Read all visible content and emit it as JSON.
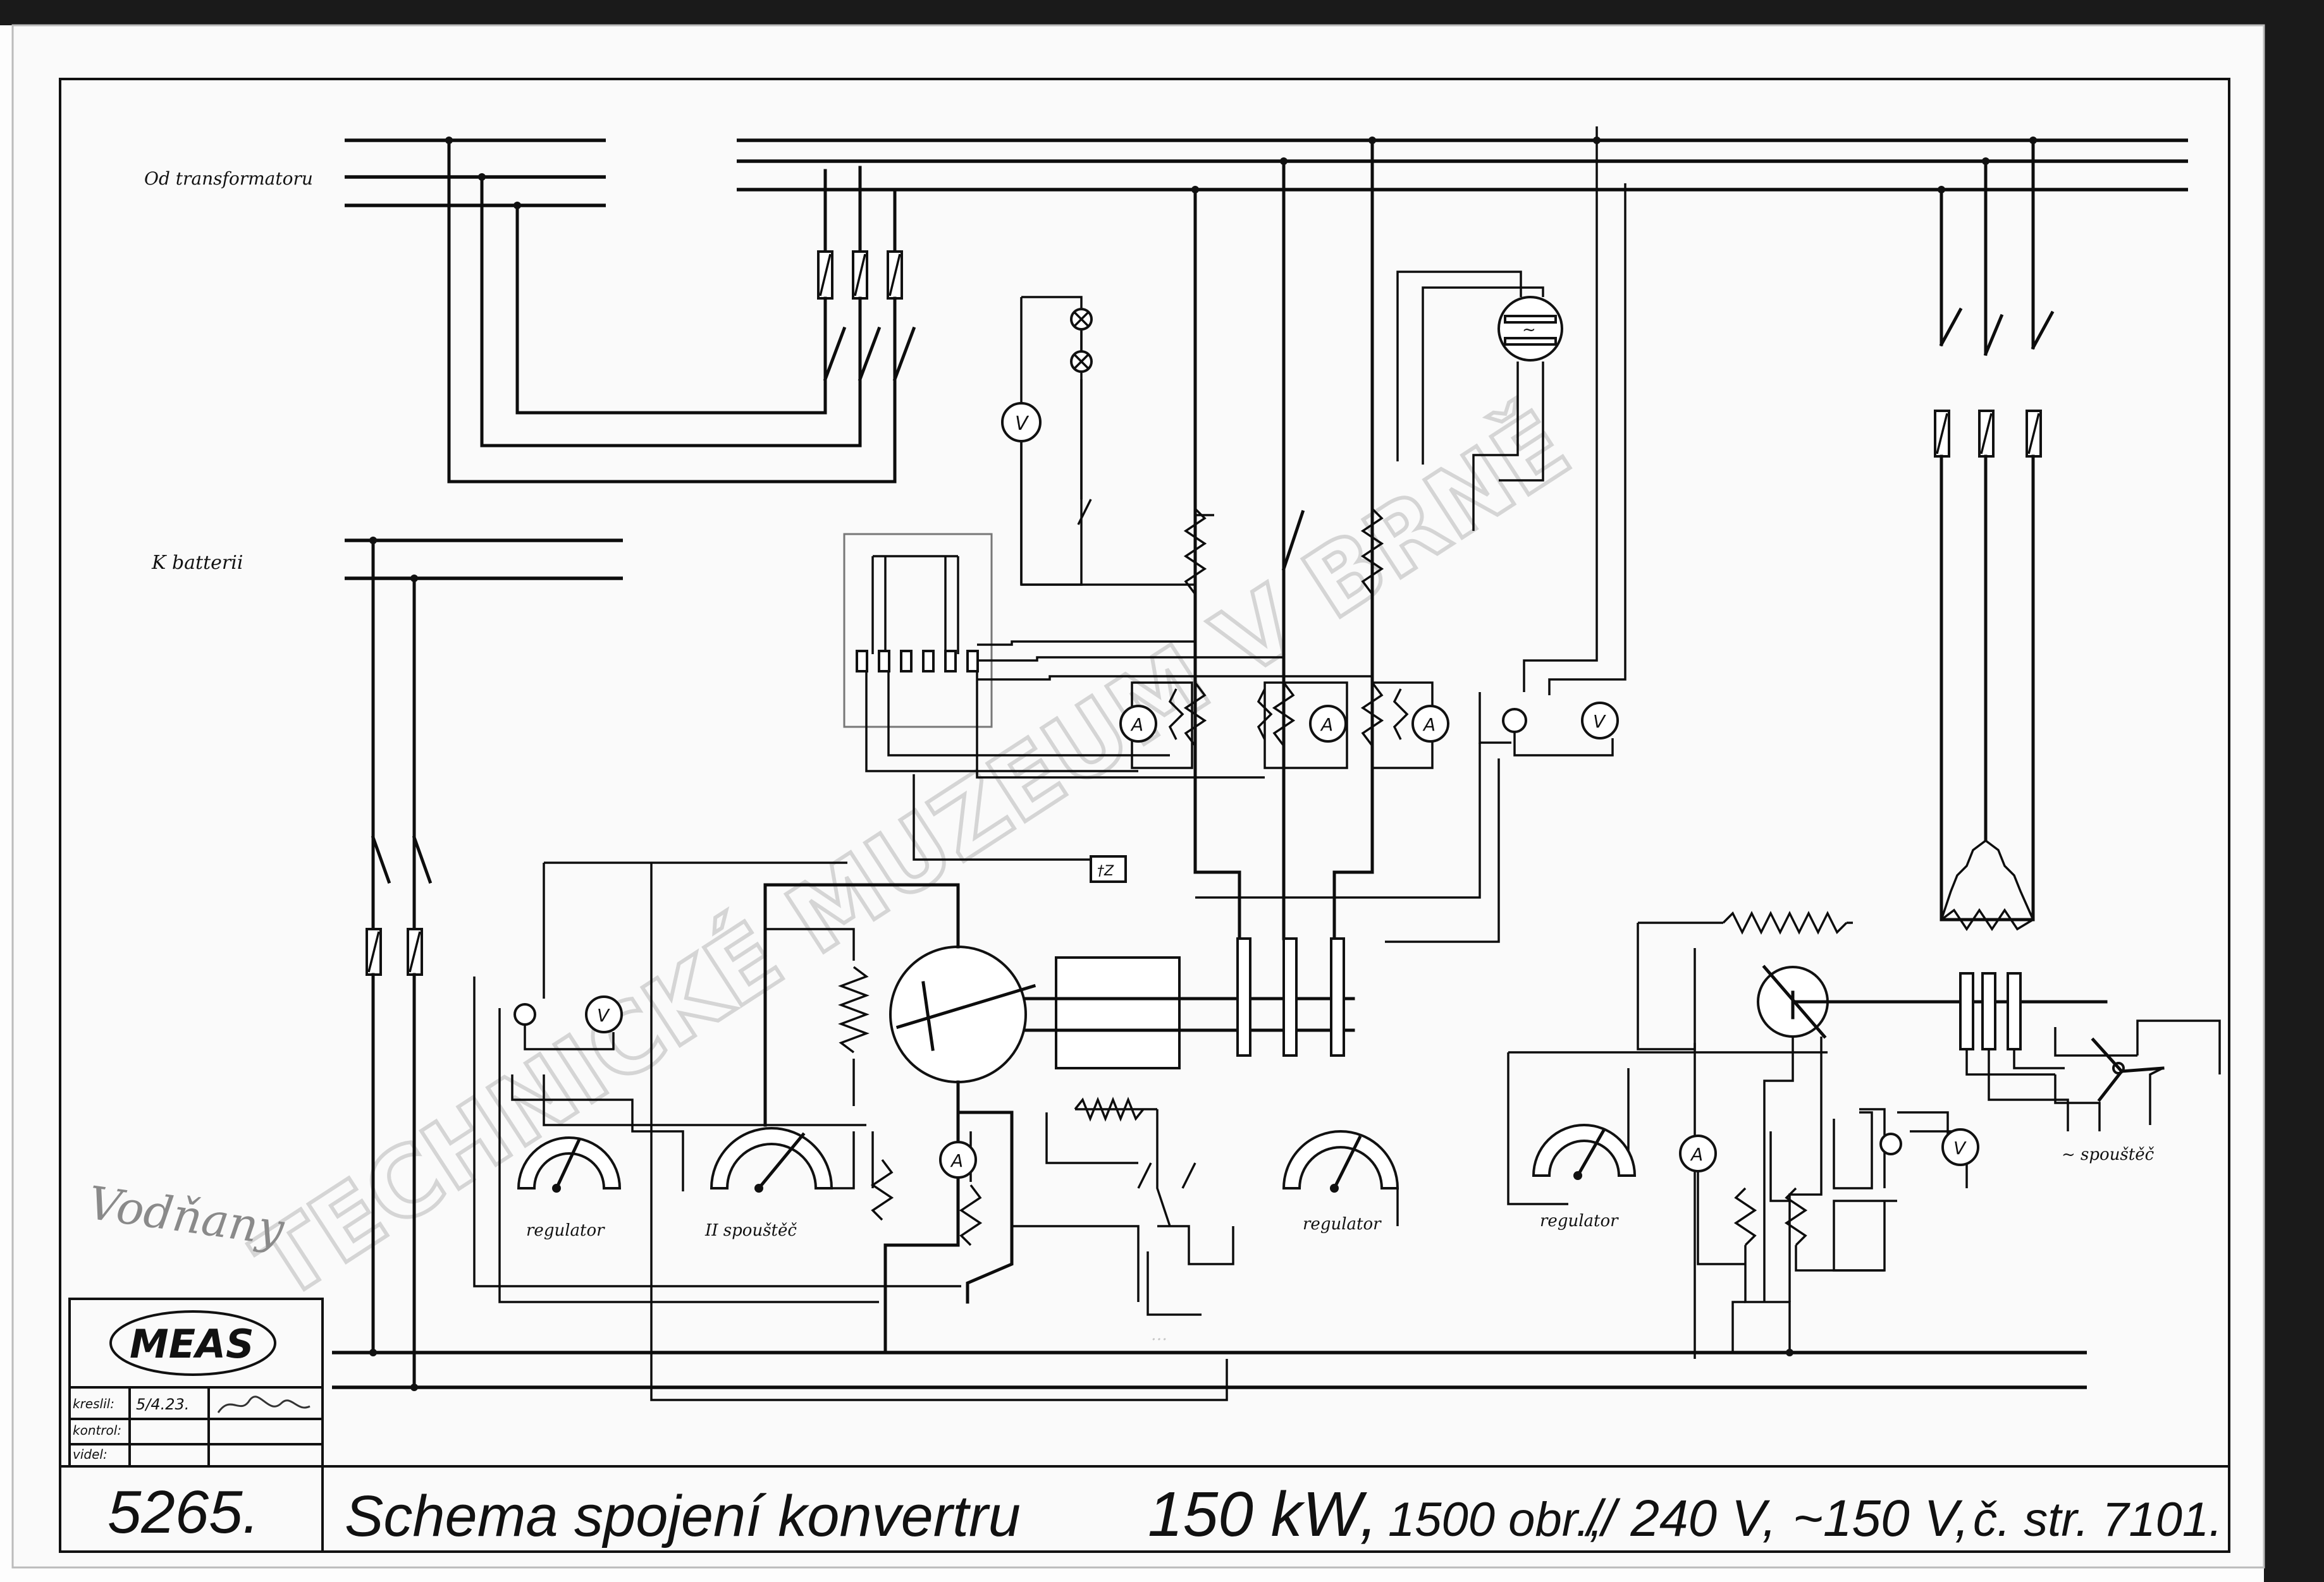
{
  "labels": {
    "from_transformer": "Od transformatoru",
    "to_battery": "K batterii",
    "regulator_left": "regulator",
    "starter_dc": "II spouštěč",
    "regulator_middle": "regulator",
    "regulator_right": "regulator",
    "starter_ac": "~ spouštěč",
    "earth_box": "†Z"
  },
  "meters": {
    "voltmeter": "V",
    "ammeter": "A",
    "synchroscope": "~"
  },
  "watermark": "TECHNICKÉ MUZEUM V BRNĚ",
  "handwritten_note": "Vodňany",
  "title_block": {
    "logo": "MEAS",
    "drawn_label": "kreslil:",
    "drawn_date": "5/4.23.",
    "checked_label": "kontrol:",
    "approved_label": "videl:"
  },
  "title": {
    "number": "5265.",
    "text": "Schema spojení konvertru",
    "power": "150 kW,",
    "speed": "1500 obr.,",
    "dc_voltage": "// 240 V,",
    "ac_voltage": "~150 V,",
    "page_ref": "č. str. 7101."
  }
}
